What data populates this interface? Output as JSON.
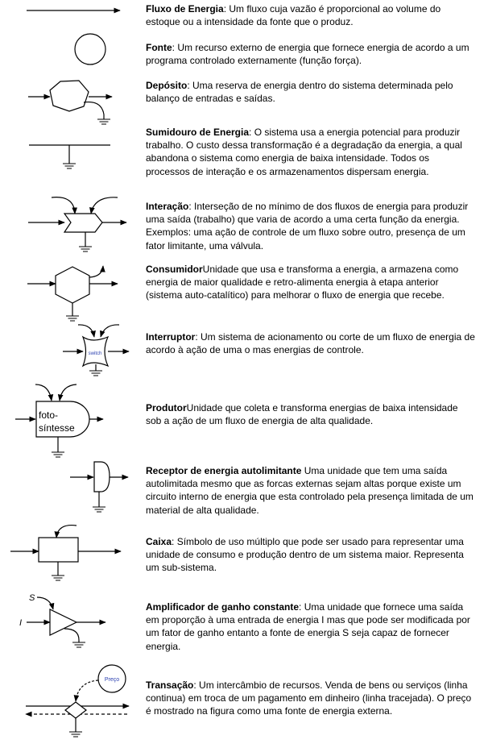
{
  "entries": [
    {
      "term": "Fluxo de Energia",
      "sep": ": ",
      "desc": "Um fluxo cuja vazão é proporcional ao volume do estoque ou a intensidade da fonte que o produz."
    },
    {
      "term": "Fonte",
      "sep": ": ",
      "desc": "Um recurso externo de energia que fornece energia de acordo a um programa controlado externamente (função força)."
    },
    {
      "term": "Depósito",
      "sep": ": ",
      "desc": "Uma reserva de energia dentro do sistema determinada pelo balanço de entradas e saídas."
    },
    {
      "term": "Sumidouro de Energia",
      "sep": ": ",
      "desc": "O sistema usa a energia potencial para produzir trabalho. O custo dessa transformação é a degradação da energia, a qual abandona o sistema como energia de baixa intensidade. Todos os processos de interação e os armazenamentos dispersam energia."
    },
    {
      "term": "Interação",
      "sep": ": ",
      "desc": "Interseção de no mínimo de dos fluxos de energia para produzir uma saída (trabalho) que varia de acordo a uma certa função da energia. Exemplos: uma ação de controle de um fluxo sobre outro, presença de um fator limitante, uma válvula."
    },
    {
      "term": "Consumidor",
      "sep": "",
      "desc": "Unidade que usa e transforma a energia, a armazena como energia de maior qualidade e retro-alimenta energia à etapa anterior (sistema auto-catalítico) para melhorar o fluxo de energia que recebe."
    },
    {
      "term": "Interruptor",
      "sep": ": ",
      "desc": "Um sistema de acionamento ou corte de um fluxo de energia de acordo à ação de uma o mas energias de controle."
    },
    {
      "term": "Produtor",
      "sep": "",
      "desc": "Unidade que coleta e transforma energias de baixa intensidade sob a ação de um fluxo de energia de alta qualidade."
    },
    {
      "term": "Receptor de energia autolimitante",
      "sep": " ",
      "desc": "Uma unidade que tem uma saída autolimitada mesmo que as forcas externas sejam altas porque existe um circuito interno de energia que esta controlado pela presença limitada de um material de alta qualidade."
    },
    {
      "term": "Caixa",
      "sep": ": ",
      "desc": "Símbolo de uso múltiplo que pode ser usado para representar uma unidade de consumo e produção dentro de um sistema maior. Representa um sub-sistema."
    },
    {
      "term": "Amplificador de ganho constante",
      "sep": ": ",
      "desc": "Uma unidade que fornece uma saída em proporção à uma entrada de energia I  mas que pode ser modificada por um fator de ganho entanto a fonte de energia S seja capaz de fornecer energia."
    },
    {
      "term": "Transação",
      "sep": ": ",
      "desc": "Um intercâmbio de recursos. Venda de bens ou serviços (linha continua) em troca de um pagamento em dinheiro (linha tracejada). O preço é mostrado na figura como uma fonte de energia externa."
    }
  ],
  "symbol_labels": {
    "switch": "switch",
    "producer_line1": "foto-",
    "producer_line2": "síntesse",
    "amp_s": "S",
    "amp_i": "I",
    "price": "Preço"
  }
}
